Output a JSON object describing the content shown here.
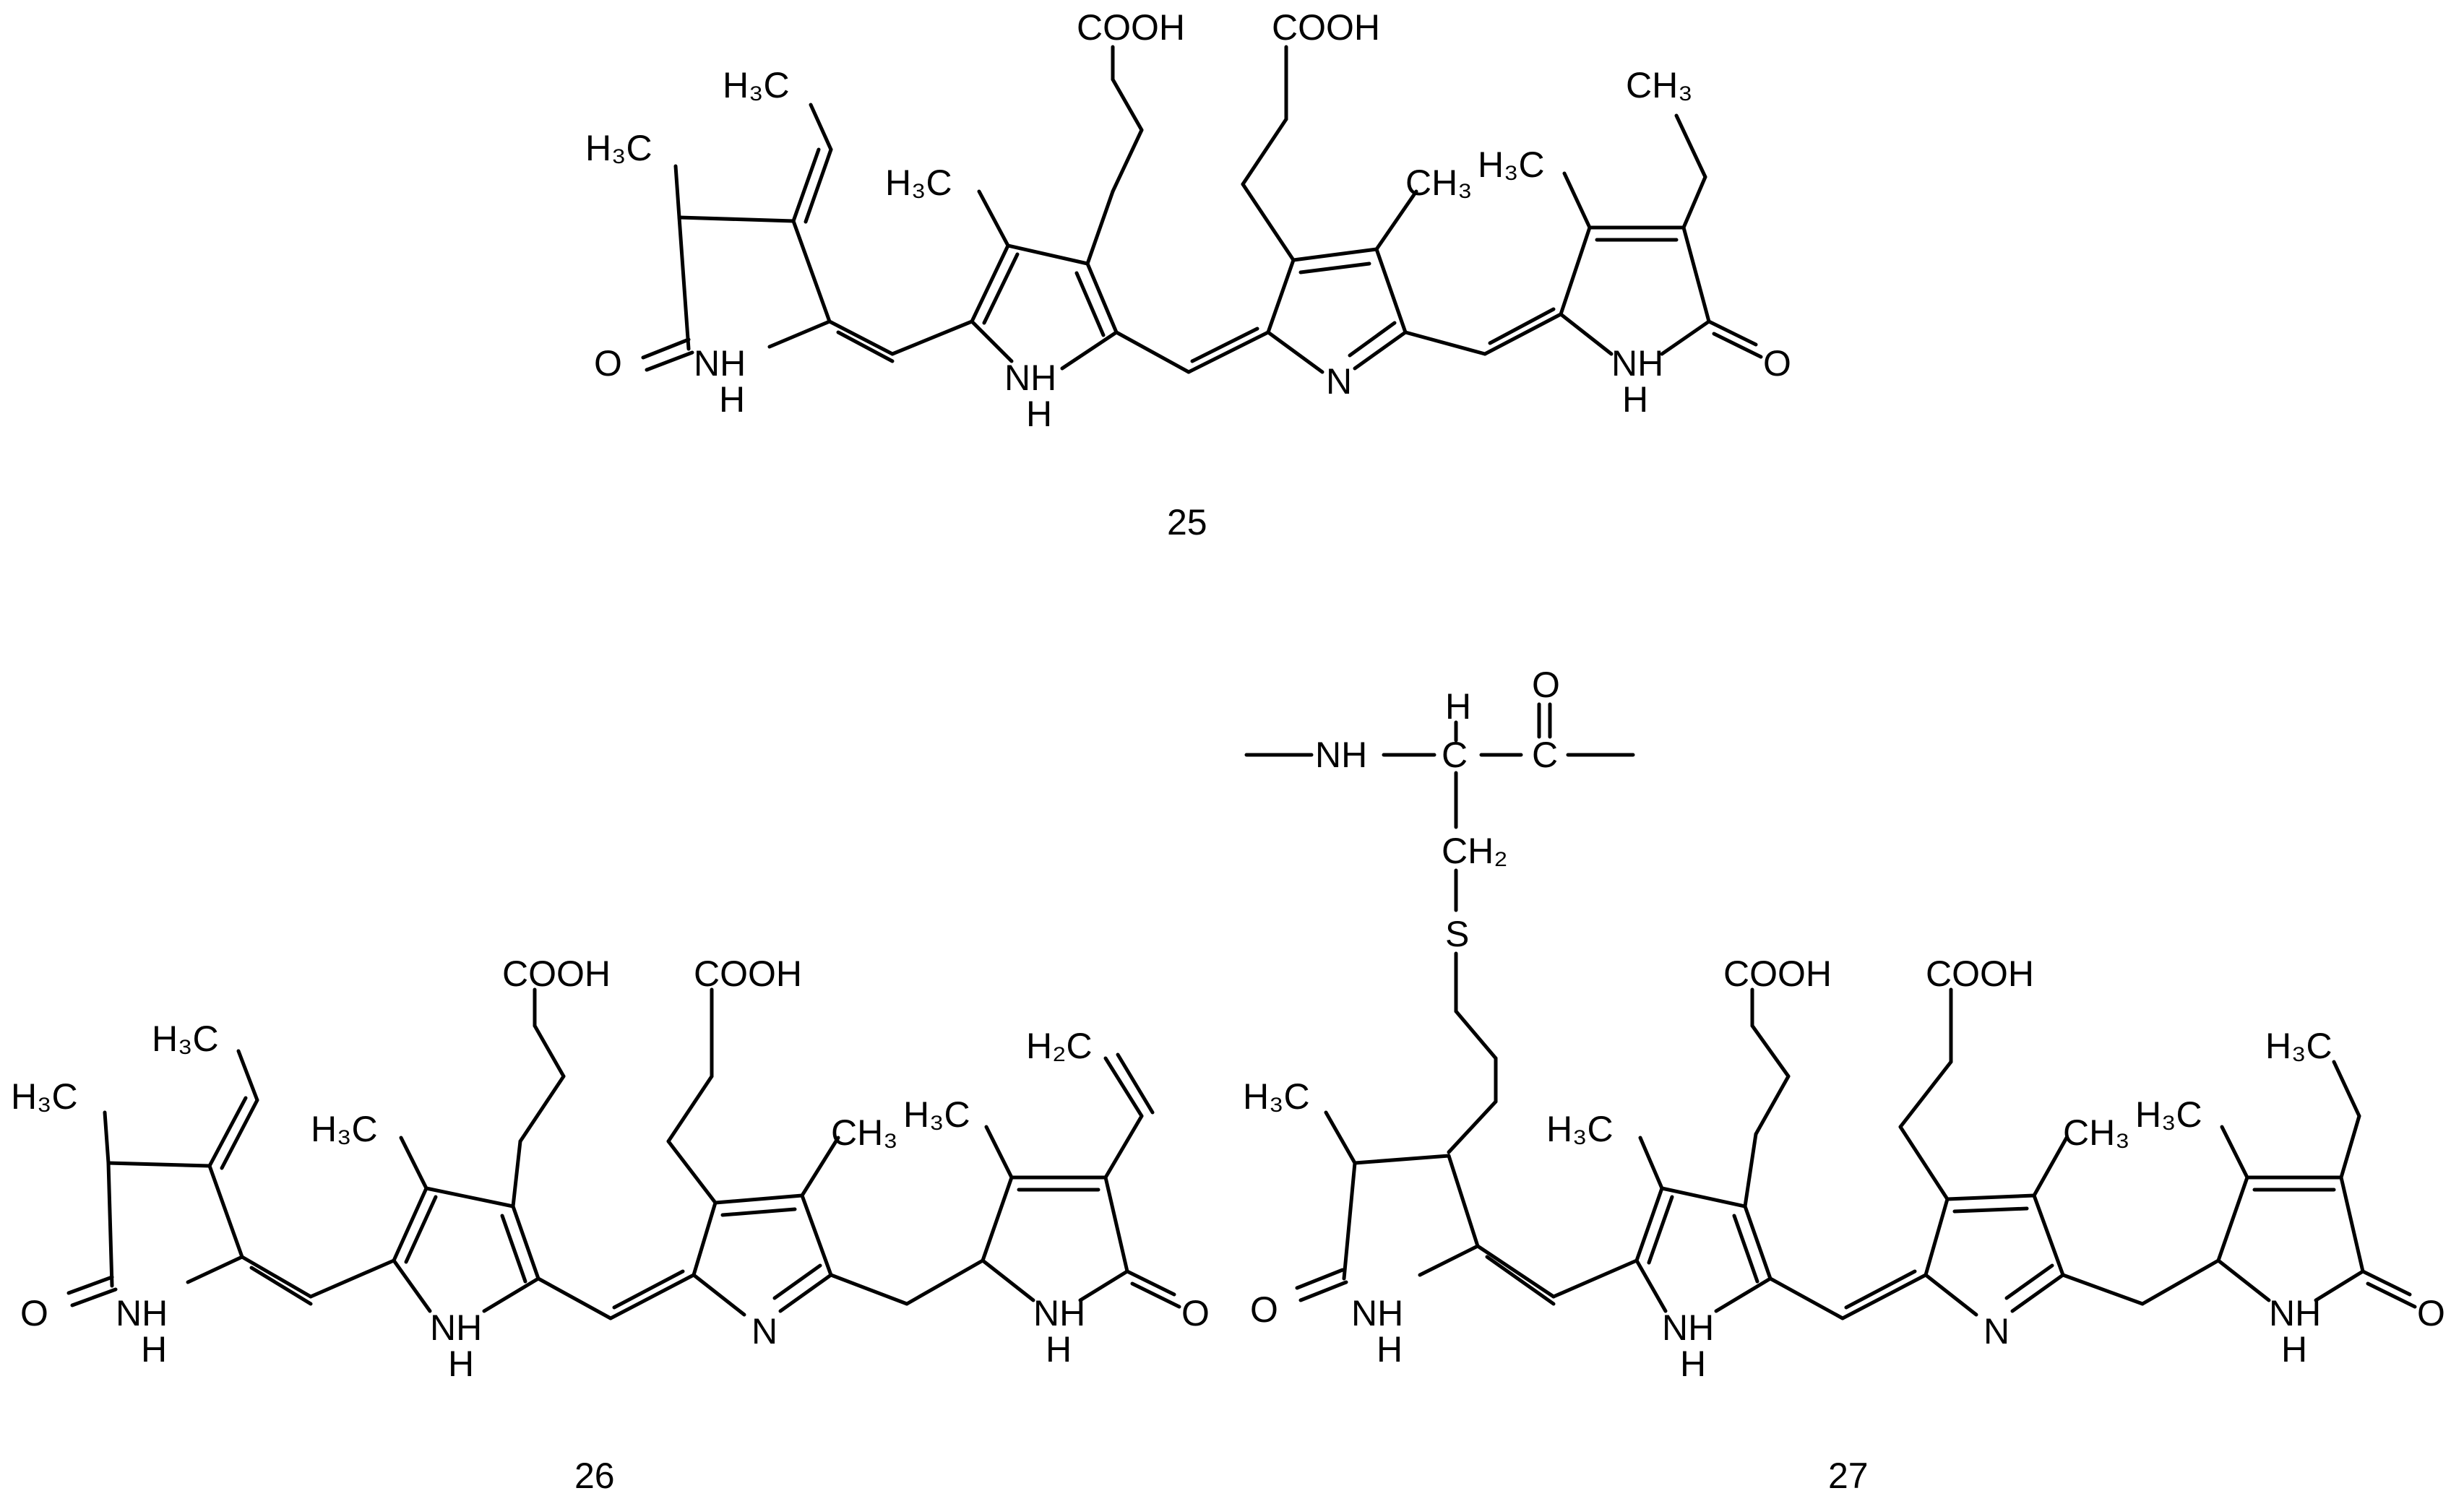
{
  "figure": {
    "compounds": [
      {
        "number": "25",
        "labels": {
          "me_a": "H₃C",
          "ethylidene": "H₃C",
          "o_left": "O",
          "nh_a": "NH",
          "h_a": "H",
          "me_b": "H₃C",
          "cooh_b": "COOH",
          "nh_b": "NH",
          "h_b": "H",
          "cooh_c": "COOH",
          "me_c": "CH₃",
          "n_c": "N",
          "me_d": "H₃C",
          "ethyl_d": "CH₃",
          "nh_d": "NH",
          "h_d": "H",
          "o_right": "O"
        }
      },
      {
        "number": "26",
        "labels": {
          "me_a": "H₃C",
          "ethylidene": "H₃C",
          "o_left": "O",
          "nh_a": "NH",
          "h_a": "H",
          "me_b": "H₃C",
          "cooh_b": "COOH",
          "nh_b": "NH",
          "h_b": "H",
          "cooh_c": "COOH",
          "me_c": "CH₃",
          "n_c": "N",
          "me_d": "H₃C",
          "vinyl_d": "H₂C",
          "nh_d": "NH",
          "h_d": "H",
          "o_right": "O"
        }
      },
      {
        "number": "27",
        "labels": {
          "me_a": "H₃C",
          "o_left": "O",
          "nh_a": "NH",
          "h_a": "H",
          "me_b": "H₃C",
          "cooh_b": "COOH",
          "nh_b": "NH",
          "h_b": "H",
          "cooh_c": "COOH",
          "me_c": "CH₃",
          "n_c": "N",
          "me_d": "H₃C",
          "ethyl_d": "H₃C",
          "nh_d": "NH",
          "h_d": "H",
          "o_right": "O",
          "s": "S",
          "ch2": "CH₂",
          "nh_pep": "NH",
          "ch_h": "H",
          "ch": "C",
          "co_c": "C",
          "co_o": "O"
        }
      }
    ]
  }
}
